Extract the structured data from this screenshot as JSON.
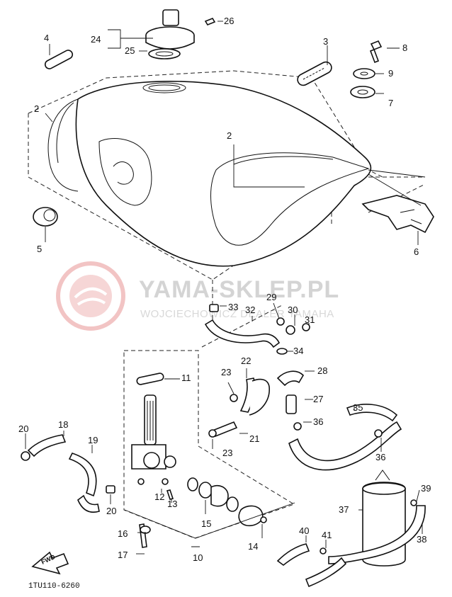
{
  "diagram": {
    "code": "1TU110-6260",
    "fwd_label": "FWD",
    "watermark": {
      "title": "YAMA-SKLEP.PL",
      "subtitle": "WOJCIECHOWICZ DEALER YAMAHA"
    },
    "callouts": [
      "2",
      "2",
      "3",
      "4",
      "5",
      "6",
      "7",
      "8",
      "9",
      "10",
      "11",
      "12",
      "13",
      "14",
      "15",
      "16",
      "17",
      "18",
      "19",
      "20",
      "20",
      "21",
      "22",
      "23",
      "23",
      "24",
      "25",
      "26",
      "27",
      "28",
      "29",
      "30",
      "31",
      "32",
      "33",
      "34",
      "35",
      "36",
      "36",
      "37",
      "38",
      "39",
      "40",
      "41"
    ]
  }
}
